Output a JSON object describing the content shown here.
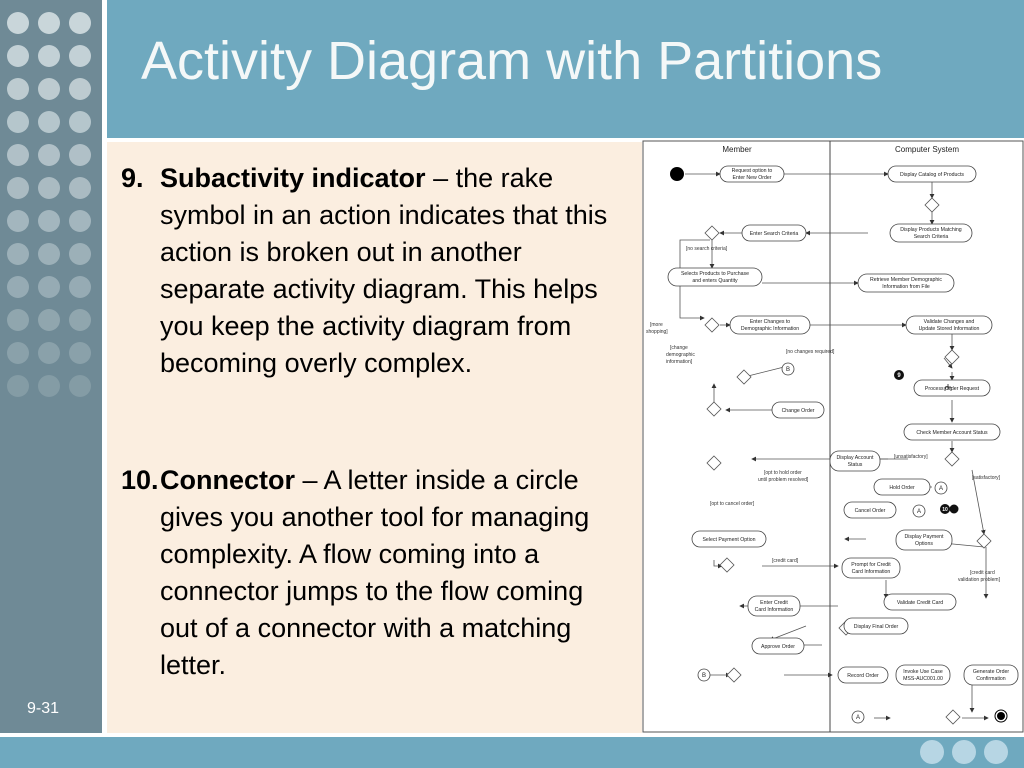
{
  "slide": {
    "title": "Activity Diagram with Partitions",
    "slide_number": "9-31",
    "items": [
      {
        "number": "9.",
        "term": "Subactivity indicator",
        "separator": " – ",
        "text": "the rake symbol in an action indicates that this action is broken out in another separate activity diagram. This helps you keep the activity diagram from becoming overly complex."
      },
      {
        "number": "10.",
        "term": "Connector",
        "separator": " – ",
        "text": "A letter inside a circle gives you another tool for managing complexity. A flow coming into a connector jumps to the flow coming out of a connector with a matching letter."
      }
    ]
  },
  "diagram": {
    "swimlanes": [
      "Member",
      "Computer System"
    ],
    "actions": {
      "request_option": [
        "Request option to",
        "Enter New Order"
      ],
      "display_catalog": [
        "Display Catalog of Products"
      ],
      "enter_search": [
        "Enter Search Criteria"
      ],
      "display_matching": [
        "Display Products Matching",
        "Search Criteria"
      ],
      "select_products": [
        "Selects Products to Purchase",
        "and enters Quantity"
      ],
      "retrieve_member": [
        "Retrieve Member Demographic",
        "Information from File"
      ],
      "enter_changes": [
        "Enter Changes to",
        "Demographic Information"
      ],
      "validate_changes": [
        "Validate Changes and",
        "Update Stored Information"
      ],
      "process_order": [
        "Process Order Request"
      ],
      "change_order": [
        "Change Order"
      ],
      "check_member": [
        "Check Member Account Status"
      ],
      "display_account": [
        "Display Account",
        "Status"
      ],
      "hold_order": [
        "Hold Order"
      ],
      "cancel_order": [
        "Cancel Order"
      ],
      "select_payment": [
        "Select Payment Option"
      ],
      "display_payment": [
        "Display Payment",
        "Options"
      ],
      "prompt_credit": [
        "Prompt for Credit",
        "Card Information"
      ],
      "enter_credit": [
        "Enter Credit",
        "Card Information"
      ],
      "validate_credit": [
        "Validate Credit Card"
      ],
      "display_final": [
        "Display Final Order"
      ],
      "approve_order": [
        "Approve Order"
      ],
      "record_order": [
        "Record Order"
      ],
      "invoke_use_case": [
        "Invoke Use Case",
        "MSS-AUC001.00"
      ],
      "generate_confirmation": [
        "Generate Order",
        "Confirmation"
      ]
    },
    "guards": {
      "no_search": "[no search criteria]",
      "more_shopping": [
        "[more",
        "shopping]"
      ],
      "change_demo": [
        "[change",
        "demographic",
        "information]"
      ],
      "no_changes": "[no changes required]",
      "unsatisfactory": "[unsatisfactory]",
      "satisfactory": "[satisfactory]",
      "opt_hold": [
        "[opt to hold order",
        "until problem resolved]"
      ],
      "opt_cancel": "[opt to cancel order]",
      "credit_card": "[credit card]",
      "credit_problem": [
        "[credit card",
        "validation problem]"
      ]
    },
    "connectors": {
      "a": "A",
      "b": "B"
    },
    "callouts": {
      "subactivity": "9",
      "connector": "10"
    }
  }
}
